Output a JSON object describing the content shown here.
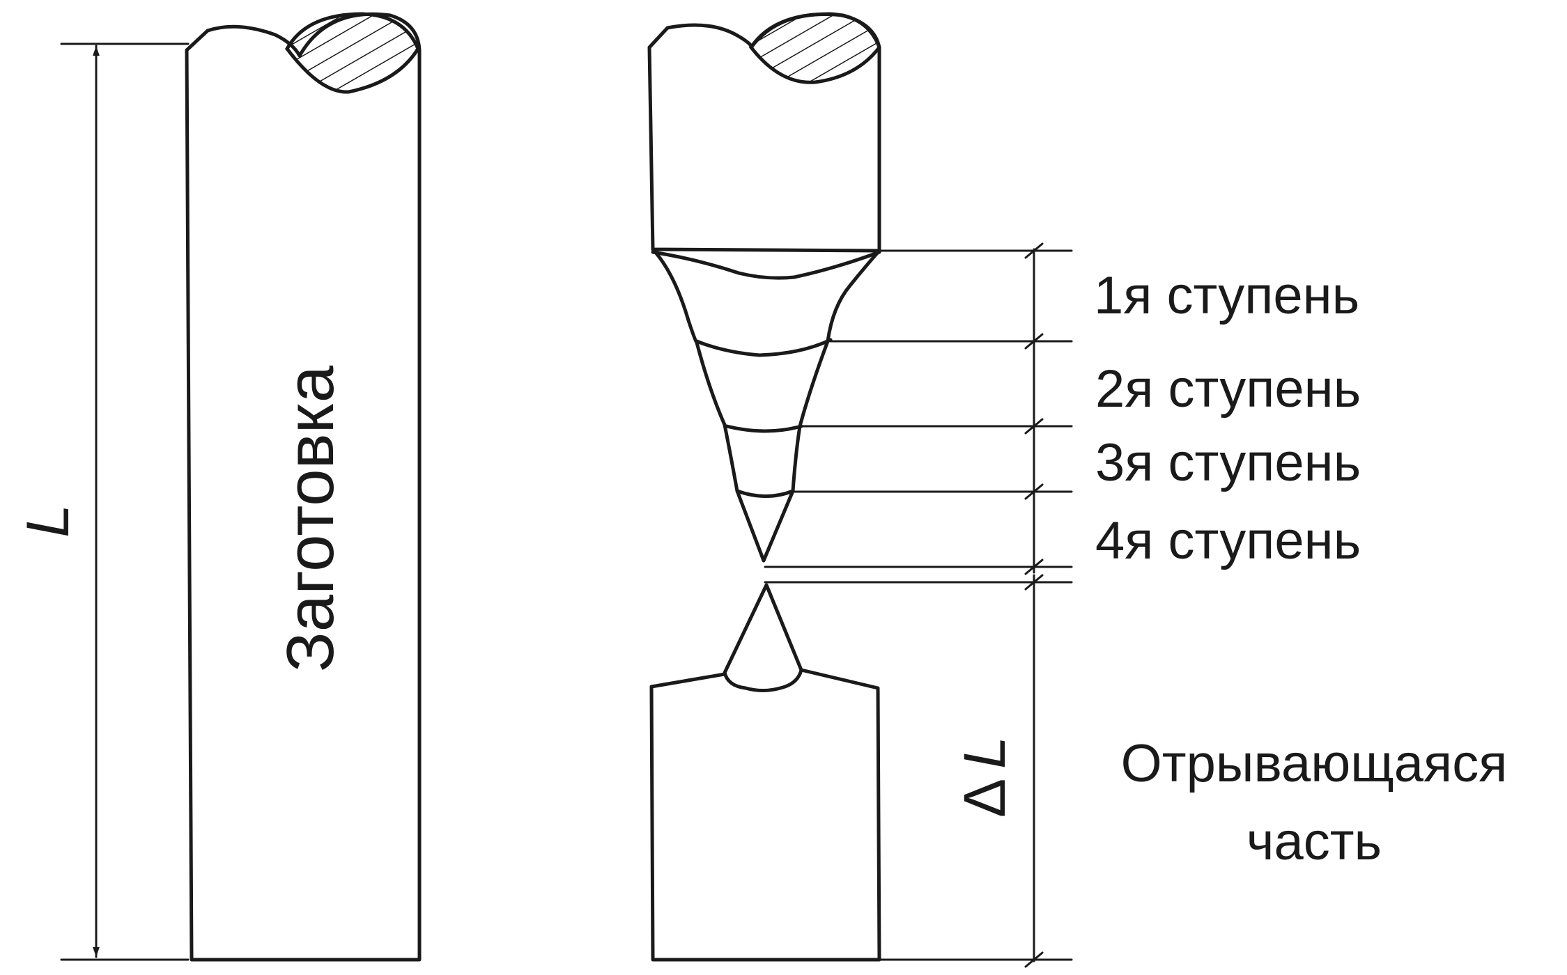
{
  "labels": {
    "workpiece": "Заготовка",
    "length_symbol": "L",
    "step_1": "1я ступень",
    "step_2": "2я ступень",
    "step_3": "3я ступень",
    "step_4": "4я ступень",
    "delta_symbol": "Δ",
    "delta_length_symbol": "L",
    "breakaway_line1": "Отрывающаяся",
    "breakaway_line2": "часть"
  },
  "colors": {
    "line": "#1a1a1a",
    "background": "#ffffff"
  }
}
